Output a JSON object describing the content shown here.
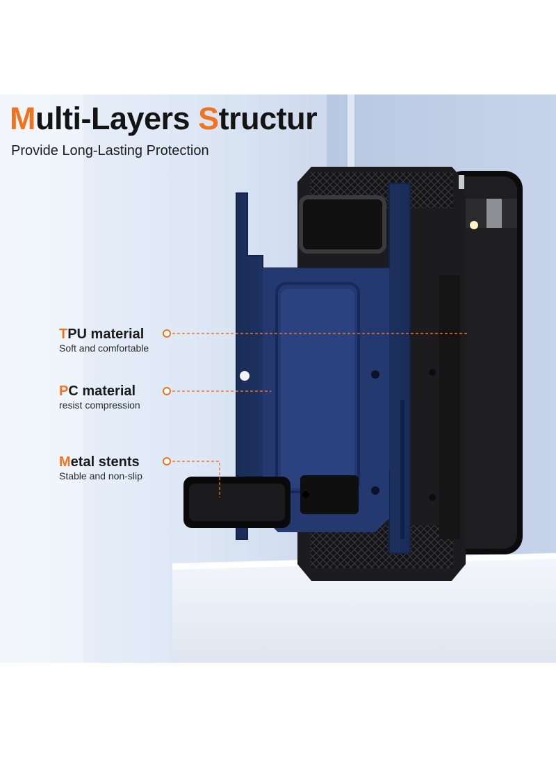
{
  "headline": {
    "first_letter": "M",
    "first_rest": "ulti-Layers ",
    "second_letter": "S",
    "second_rest": "tructur"
  },
  "subtitle": "Provide Long-Lasting Protection",
  "layers": [
    {
      "title_letter": "T",
      "title_rest": "PU material",
      "description": "Soft and comfortable"
    },
    {
      "title_letter": "P",
      "title_rest": "C material",
      "description": "resist compression"
    },
    {
      "title_letter": "M",
      "title_rest": "etal stents",
      "description": "Stable and non-slip"
    }
  ],
  "colors": {
    "accent": "#f0731e",
    "text": "#141414",
    "case_blue": "#1f3566",
    "tpu_black": "#1c1c1e"
  }
}
